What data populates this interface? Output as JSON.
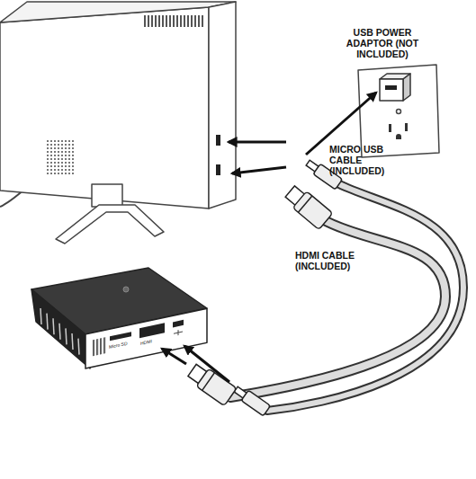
{
  "diagram": {
    "labels": [
      "USB POWER ADAPTOR (NOT INCLUDED)",
      "MICRO USB CABLE (INCLUDED)",
      "HDMI CABLE (INCLUDED)",
      "Micro SD",
      "HDMI"
    ]
  }
}
